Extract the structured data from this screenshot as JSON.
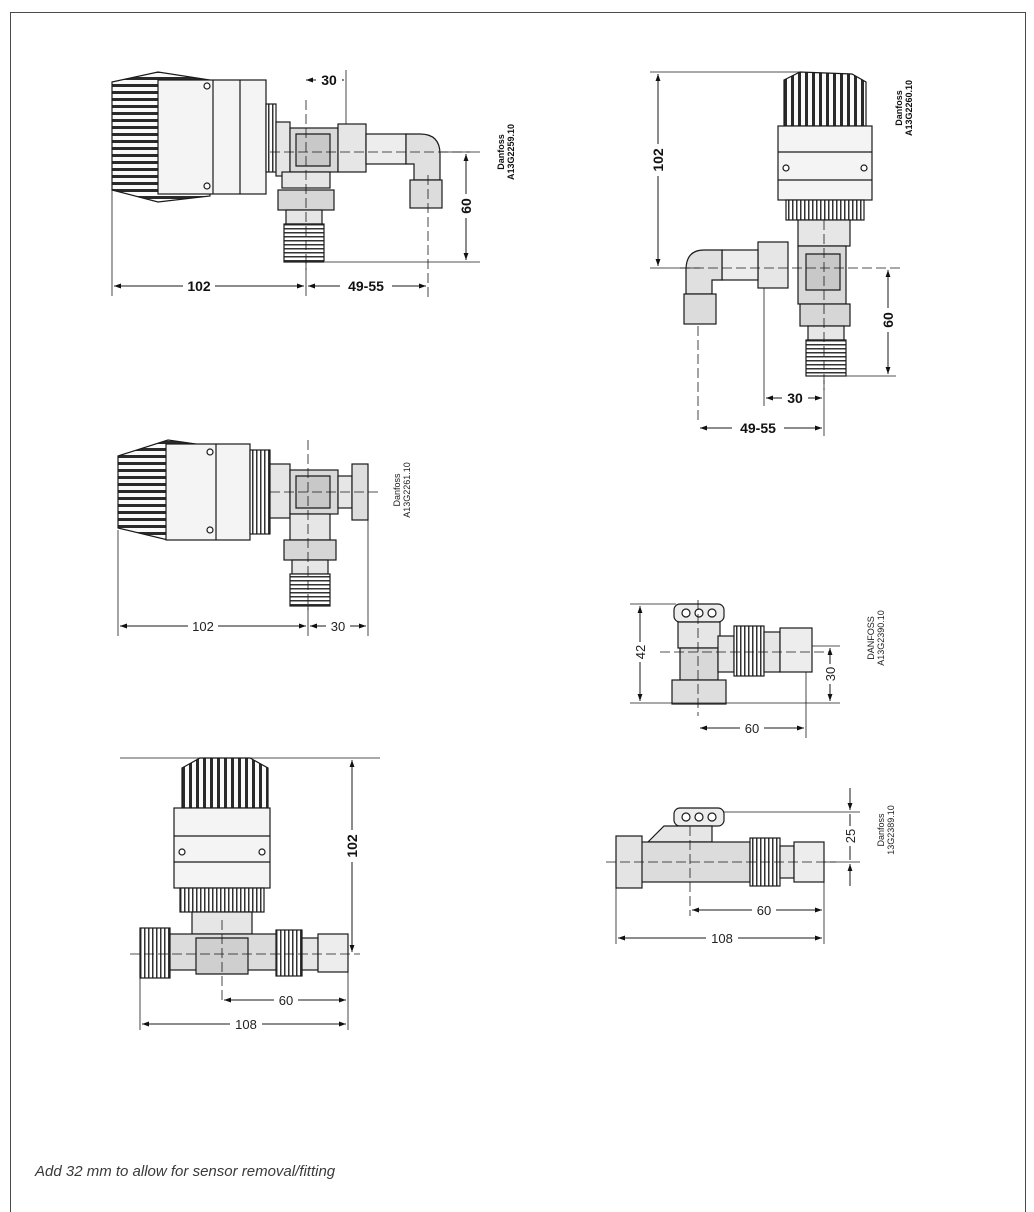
{
  "views": {
    "top_left": {
      "ref_brand": "Danfoss",
      "ref_code": "A13G2259.10",
      "dim_width": "102",
      "dim_offset": "30",
      "dim_height": "60",
      "dim_reach": "49-55"
    },
    "top_right": {
      "ref_brand": "Danfoss",
      "ref_code": "A13G2260.10",
      "dim_height": "102",
      "dim_drop": "60",
      "dim_offset": "30",
      "dim_reach": "49-55"
    },
    "mid_left": {
      "ref_brand": "Danfoss",
      "ref_code": "A13G2261.10",
      "dim_width": "102",
      "dim_offset": "30"
    },
    "mid_right": {
      "ref_brand": "DANFOSS",
      "ref_code": "A13G2390.10",
      "dim_height": "42",
      "dim_drop": "30",
      "dim_reach": "60"
    },
    "bottom_left": {
      "dim_height": "102",
      "dim_reach": "60",
      "dim_length": "108"
    },
    "bottom_right": {
      "ref_brand": "Danfoss",
      "ref_code": "13G2389.10",
      "dim_height": "25",
      "dim_reach": "60",
      "dim_length": "108"
    }
  },
  "footer_note": "Add 32 mm to allow for sensor removal/fitting",
  "colors": {
    "line": "#1a1a1a",
    "body_fill": "#e6e6e6",
    "shade_fill": "#bdbdbd",
    "frame": "#4a4a4a"
  }
}
